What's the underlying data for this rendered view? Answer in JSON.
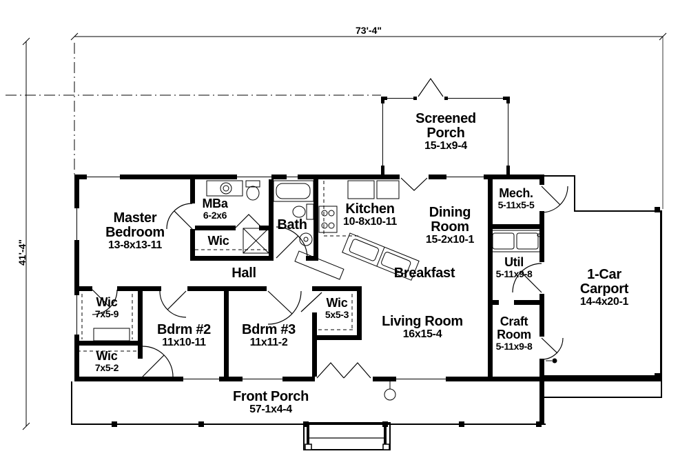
{
  "title": "House Floor Plan",
  "dimensions": {
    "width_label": "73'-4\"",
    "depth_label": "41'-4\""
  },
  "rooms": {
    "screened_porch": {
      "name": "Screened Porch",
      "dim": "15-1x9-4"
    },
    "master": {
      "name": "Master Bedroom",
      "dim": "13-8x13-11"
    },
    "mba": {
      "name": "MBa",
      "dim": "6-2x6"
    },
    "wic_mba": {
      "name": "Wic",
      "dim": ""
    },
    "bath": {
      "name": "Bath",
      "dim": ""
    },
    "hall": {
      "name": "Hall",
      "dim": ""
    },
    "kitchen": {
      "name": "Kitchen",
      "dim": "10-8x10-11"
    },
    "dining": {
      "name": "Dining Room",
      "dim": "15-2x10-1"
    },
    "breakfast": {
      "name": "Breakfast",
      "dim": ""
    },
    "mech": {
      "name": "Mech.",
      "dim": "5-11x5-5"
    },
    "util": {
      "name": "Util",
      "dim": "5-11x9-8"
    },
    "carport": {
      "name": "1-Car Carport",
      "dim": "14-4x20-1"
    },
    "wic1": {
      "name": "Wic",
      "dim": "7x5-9"
    },
    "wic2": {
      "name": "Wic",
      "dim": "7x5-2"
    },
    "bdrm2": {
      "name": "Bdrm #2",
      "dim": "11x10-11"
    },
    "bdrm3": {
      "name": "Bdrm #3",
      "dim": "11x11-2"
    },
    "wic3": {
      "name": "Wic",
      "dim": "5x5-3"
    },
    "living": {
      "name": "Living Room",
      "dim": "16x15-4"
    },
    "craft": {
      "name": "Craft Room",
      "dim": "5-11x9-8"
    },
    "front_porch": {
      "name": "Front Porch",
      "dim": "57-1x4-4"
    }
  },
  "fixtures": [
    "bathtub",
    "toilet",
    "sink",
    "stove",
    "kitchen-island-sink",
    "washer-dryer",
    "closet-rod",
    "linen-closet",
    "stairs",
    "porch-posts",
    "ceiling-fan"
  ],
  "colors": {
    "line": "#000000",
    "background": "#ffffff"
  }
}
